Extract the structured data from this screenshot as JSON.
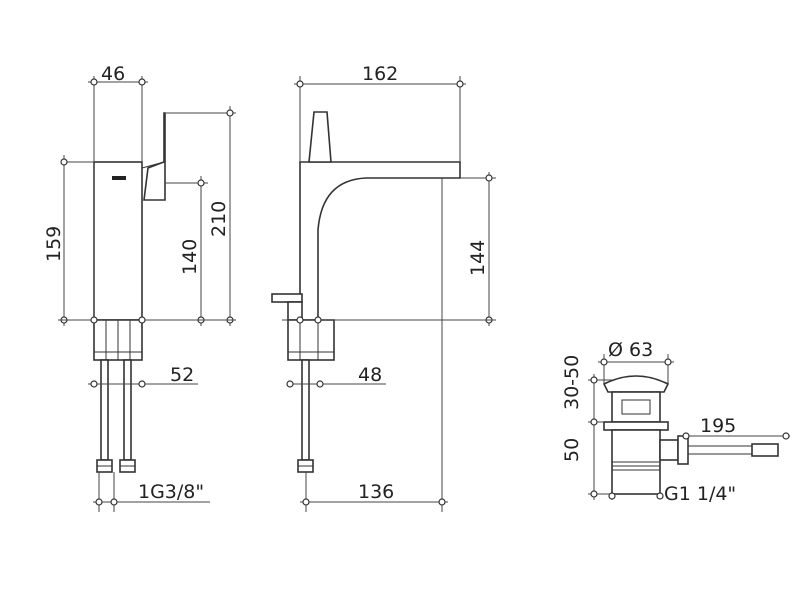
{
  "dimensions": {
    "front_width": "46",
    "front_height_left": "159",
    "front_spout_height": "140",
    "front_total_height": "210",
    "front_base": "52",
    "connection_thread": "1G3/8\"",
    "side_length": "162",
    "side_height": "144",
    "side_base": "48",
    "side_reach": "136",
    "drain_diameter": "Ø 63",
    "drain_range": "30-50",
    "drain_height": "50",
    "drain_rod": "195",
    "drain_thread": "G1 1/4\""
  }
}
